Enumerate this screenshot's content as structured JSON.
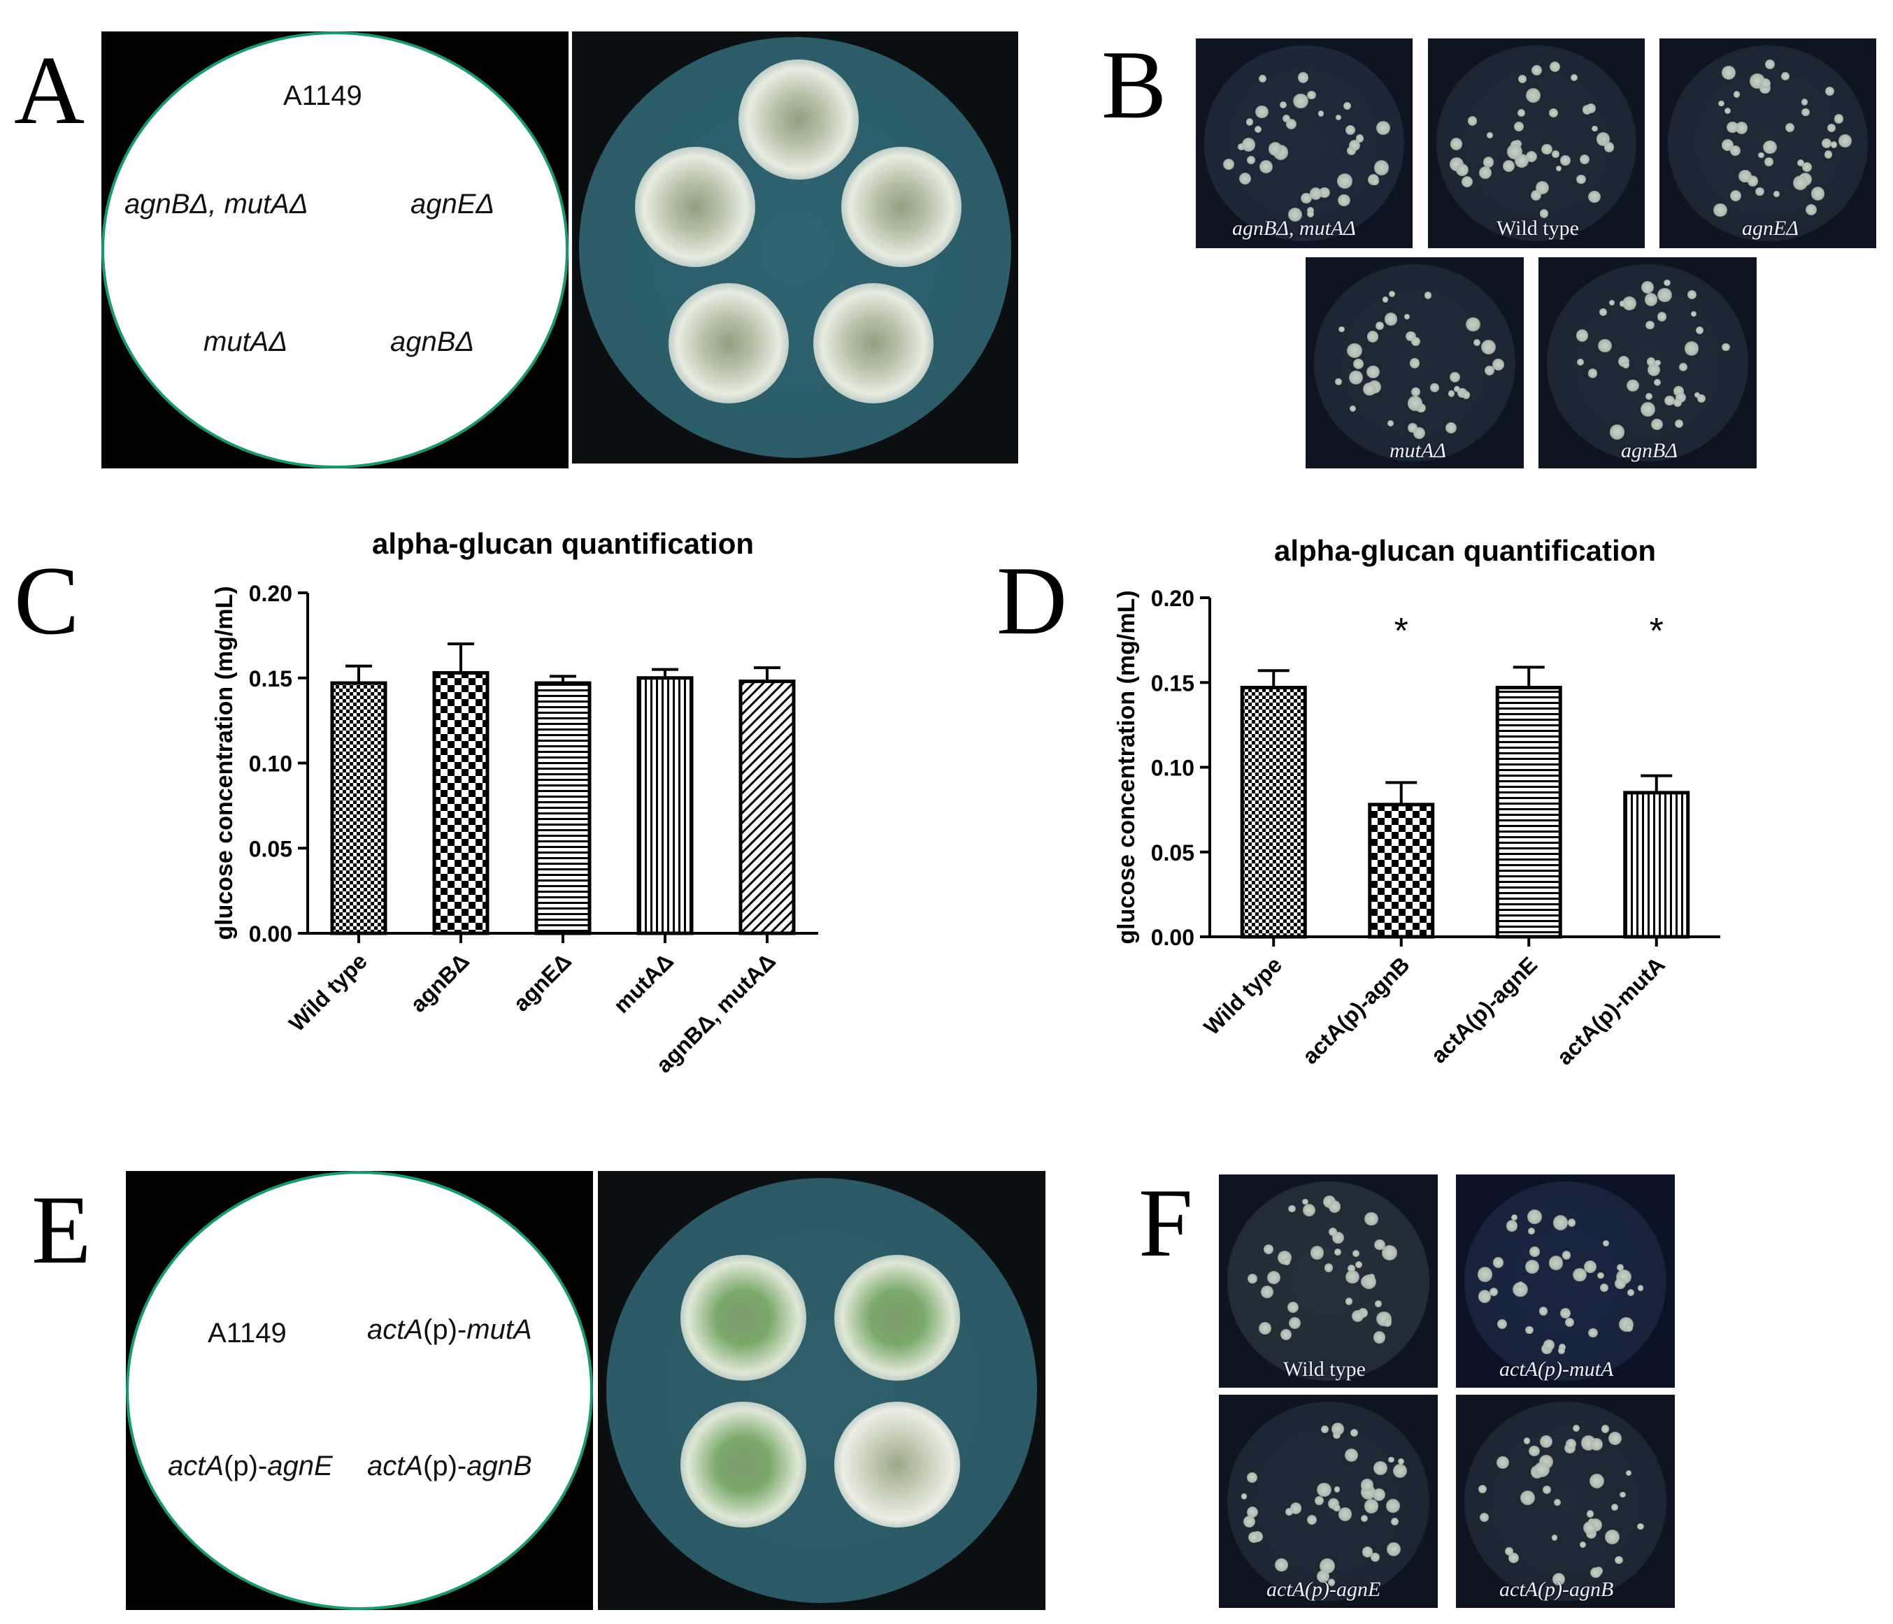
{
  "panels": {
    "A": {
      "letter": "A",
      "labels": [
        "A1149",
        "agnBΔ, mutAΔ",
        "agnEΔ",
        "mutAΔ",
        "agnBΔ"
      ]
    },
    "B": {
      "letter": "B",
      "plates": [
        "agnBΔ, mutAΔ",
        "Wild type",
        "agnEΔ",
        "mutAΔ",
        "agnBΔ"
      ]
    },
    "E": {
      "letter": "E",
      "labels": {
        "a1149": "A1149",
        "mutA": {
          "prefix": "actA",
          "mid": "(p)-",
          "gene": "mutA"
        },
        "agnE": {
          "prefix": "actA",
          "mid": "(p)-",
          "gene": "agnE"
        },
        "agnB": {
          "prefix": "actA",
          "mid": "(p)-",
          "gene": "agnB"
        }
      }
    },
    "F": {
      "letter": "F",
      "plates": [
        "Wild type",
        "actA(p)-mutA",
        "actA(p)-agnE",
        "actA(p)-agnB"
      ]
    }
  },
  "chart_data": [
    {
      "panel": "C",
      "type": "bar",
      "title": "alpha-glucan quantification",
      "ylabel": "glucose concentration (mg/mL)",
      "xlabel": "",
      "categories": [
        "Wild type",
        "agnBΔ",
        "agnEΔ",
        "mutAΔ",
        "agnBΔ, mutAΔ"
      ],
      "values": [
        0.147,
        0.153,
        0.147,
        0.15,
        0.148
      ],
      "errors": [
        0.01,
        0.017,
        0.004,
        0.005,
        0.008
      ],
      "patterns": [
        "checker",
        "checker-big",
        "hstripe",
        "vstripe",
        "diag"
      ],
      "ylim": [
        0,
        0.2
      ],
      "yticks": [
        "0.00",
        "0.05",
        "0.10",
        "0.15",
        "0.20"
      ],
      "significance": [
        "",
        "",
        "",
        "",
        ""
      ]
    },
    {
      "panel": "D",
      "type": "bar",
      "title": "alpha-glucan quantification",
      "ylabel": "glucose concentration (mg/mL)",
      "xlabel": "",
      "categories": [
        "Wild type",
        "actA(p)-agnB",
        "actA(p)-agnE",
        "actA(p)-mutA"
      ],
      "values": [
        0.147,
        0.078,
        0.147,
        0.085
      ],
      "errors": [
        0.01,
        0.013,
        0.012,
        0.01
      ],
      "patterns": [
        "checker",
        "checker-big",
        "hstripe",
        "vstripe"
      ],
      "ylim": [
        0,
        0.2
      ],
      "yticks": [
        "0.00",
        "0.05",
        "0.10",
        "0.15",
        "0.20"
      ],
      "significance": [
        "",
        "*",
        "",
        "*"
      ]
    }
  ],
  "chart_letters": [
    "C",
    "D"
  ]
}
